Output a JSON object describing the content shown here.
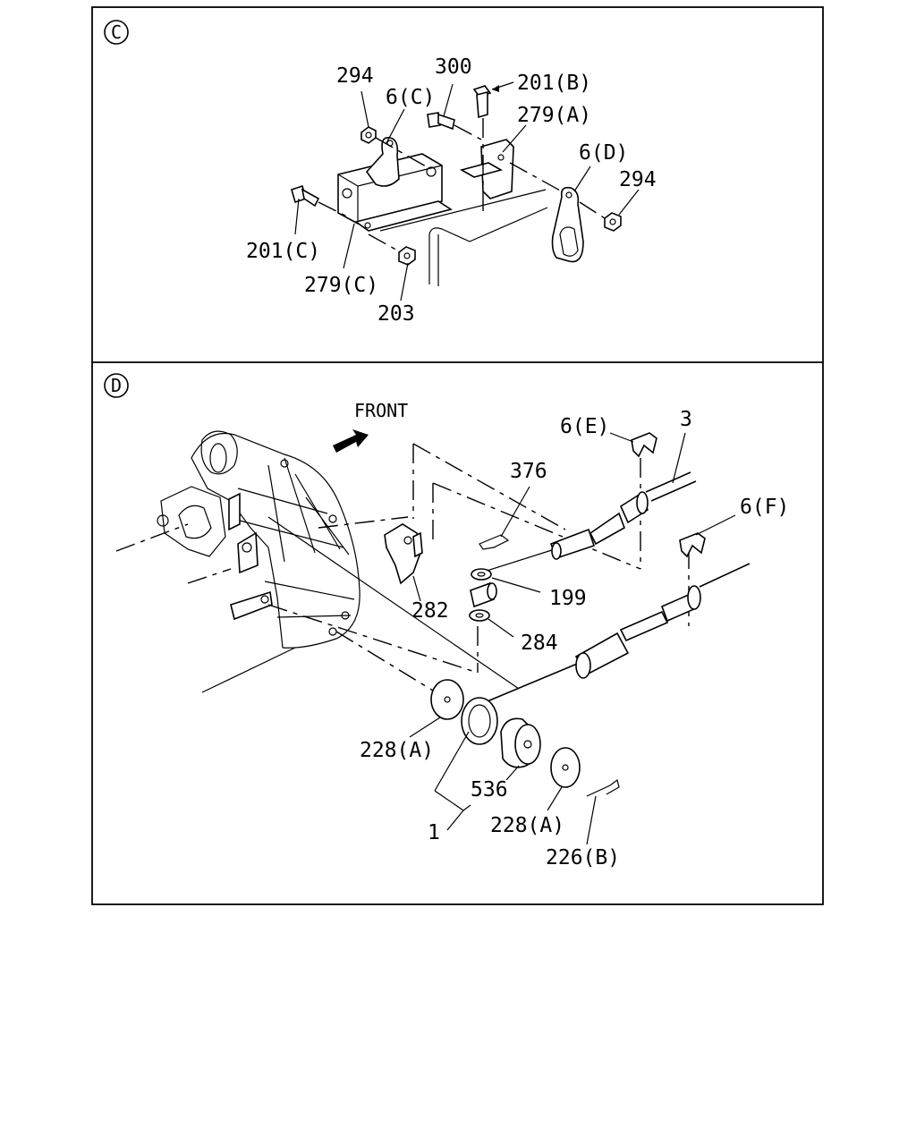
{
  "panel_c": {
    "marker": "C",
    "callouts": {
      "c294_left": "294",
      "c300": "300",
      "c6c": "6(C)",
      "c201b": "201(B)",
      "c279a": "279(A)",
      "c6d": "6(D)",
      "c294_right": "294",
      "c201c": "201(C)",
      "c279c": "279(C)",
      "c203": "203"
    }
  },
  "panel_d": {
    "marker": "D",
    "front_label": "FRONT",
    "callouts": {
      "d6e": "6(E)",
      "d3": "3",
      "d376": "376",
      "d6f": "6(F)",
      "d199": "199",
      "d282": "282",
      "d284": "284",
      "d228a_left": "228(A)",
      "d536": "536",
      "d1": "1",
      "d228a_right": "228(A)",
      "d226b": "226(B)"
    }
  }
}
